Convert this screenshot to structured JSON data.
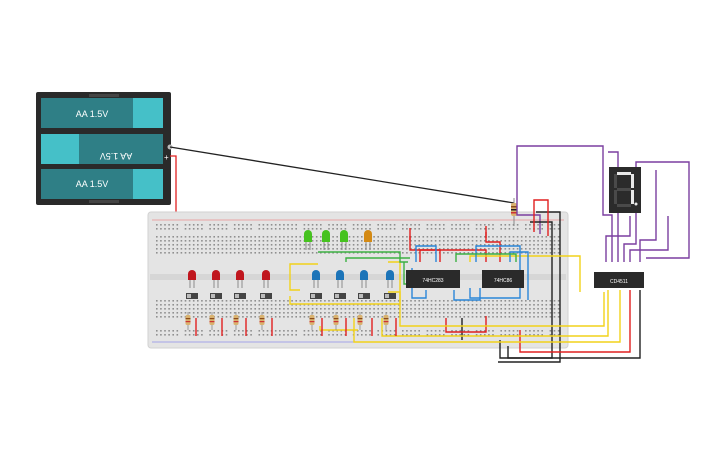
{
  "battery_pack": {
    "cells": [
      {
        "label": "AA 1.5V",
        "flipped": false
      },
      {
        "label": "AA 1.5V",
        "flipped": true
      },
      {
        "label": "AA 1.5V",
        "flipped": false
      }
    ],
    "plus_symbol": "+"
  },
  "chips": {
    "adder": "74HC283",
    "xor": "74HC86",
    "decoder": "CD4511"
  },
  "colors": {
    "breadboard": "#e6e6e6",
    "battery_cell": "#2f7f86",
    "battery_tip": "#45c0c8",
    "wire_red": "#e02020",
    "wire_black": "#222222",
    "wire_yellow": "#f2d21a",
    "wire_blue": "#2a86d8",
    "wire_green": "#3cb043",
    "wire_purple": "#7b3fa0",
    "led_red": "#c0161e",
    "led_green": "#46c21f",
    "led_blue": "#1c74b8",
    "led_orange": "#d48a14",
    "display_body": "#2b2b2b",
    "display_segment": "#e8e8e8"
  },
  "seven_segment_display": {
    "lit_segments": [
      "a",
      "b",
      "c"
    ]
  },
  "input_leds": {
    "red_count": 4,
    "blue_count": 4,
    "green_count": 3,
    "orange_count": 1
  }
}
